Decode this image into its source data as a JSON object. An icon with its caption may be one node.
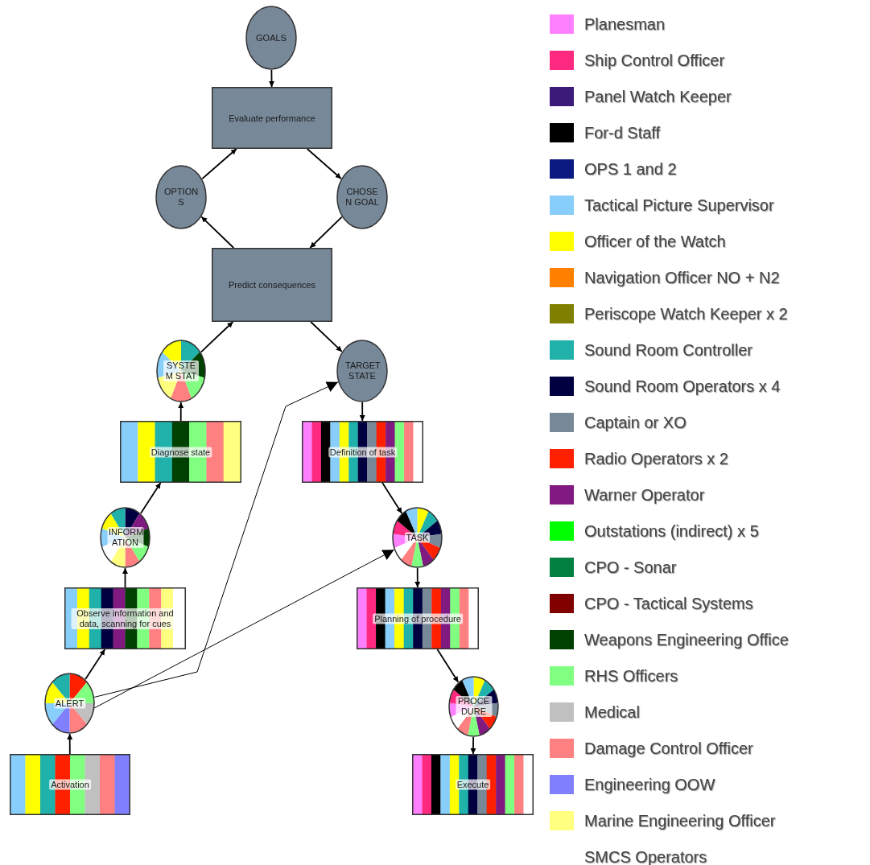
{
  "diagram": {
    "nodes": [
      {
        "text": [
          "GOALS"
        ]
      },
      {
        "text": [
          "Evaluate performance"
        ]
      },
      {
        "text": [
          "OPTION S"
        ]
      },
      {
        "text": [
          "CHOSE N GOAL"
        ]
      },
      {
        "text": [
          "Predict consequences"
        ]
      },
      {
        "text": [
          "SYSTE M STAT"
        ]
      },
      {
        "text": [
          "TARGET STATE"
        ]
      },
      {
        "text": [
          "Diagnose state"
        ]
      },
      {
        "text": [
          "Definition of task"
        ]
      },
      {
        "text": [
          "INFORM ATION"
        ]
      },
      {
        "text": [
          "TASK"
        ]
      },
      {
        "text": [
          "Observe information and data, scanning for cues"
        ]
      },
      {
        "text": [
          "Planning of procedure"
        ]
      },
      {
        "text": [
          "ALERT"
        ]
      },
      {
        "text": [
          "PROCE DURE"
        ]
      },
      {
        "text": [
          "Activation"
        ]
      },
      {
        "text": [
          "Execute"
        ]
      }
    ],
    "edges": [
      {
        "from": 0,
        "to": 1,
        "arrow": "to"
      },
      {
        "from": 1,
        "to": 3,
        "arrow": "to"
      },
      {
        "from": 3,
        "to": 4,
        "arrow": "to"
      },
      {
        "from": 4,
        "to": 2,
        "arrow": "to"
      },
      {
        "from": 2,
        "to": 1,
        "arrow": "to"
      },
      {
        "from": 4,
        "to": 6,
        "arrow": "to"
      },
      {
        "from": 5,
        "to": 4,
        "arrow": "to"
      },
      {
        "from": 7,
        "to": 5,
        "arrow": "to"
      },
      {
        "from": 9,
        "to": 7,
        "arrow": "to"
      },
      {
        "from": 11,
        "to": 9,
        "arrow": "to"
      },
      {
        "from": 13,
        "to": 11,
        "arrow": "to"
      },
      {
        "from": 15,
        "to": 13,
        "arrow": "to"
      },
      {
        "from": 13,
        "to": 6,
        "arrow": "to"
      },
      {
        "from": 13,
        "to": 10,
        "arrow": "to"
      },
      {
        "from": 6,
        "to": 8,
        "arrow": "to"
      },
      {
        "from": 8,
        "to": 10,
        "arrow": "to"
      },
      {
        "from": 10,
        "to": 12,
        "arrow": "to"
      },
      {
        "from": 12,
        "to": 14,
        "arrow": "to"
      },
      {
        "from": 14,
        "to": 16,
        "arrow": "to"
      }
    ],
    "legend": [
      {
        "text": "Planesman",
        "color": "#ff80ff"
      },
      {
        "text": "Ship Control Officer",
        "color": "#ff2a80"
      },
      {
        "text": "Panel Watch Keeper",
        "color": "#3c1a7a"
      },
      {
        "text": "For-d Staff",
        "color": "#000000"
      },
      {
        "text": "OPS 1 and 2",
        "color": "#0a1a80"
      },
      {
        "text": "Tactical Picture Supervisor",
        "color": "#87cefa"
      },
      {
        "text": "Officer of the Watch",
        "color": "#ffff00"
      },
      {
        "text": "Navigation Officer NO + N2",
        "color": "#ff8000"
      },
      {
        "text": "Periscope Watch Keeper x 2",
        "color": "#808000"
      },
      {
        "text": "Sound Room Controller",
        "color": "#20b2aa"
      },
      {
        "text": "Sound Room Operators x 4",
        "color": "#000040"
      },
      {
        "text": "Captain or XO",
        "color": "#778899"
      },
      {
        "text": "Radio Operators x 2",
        "color": "#ff2000"
      },
      {
        "text": "Warner Operator",
        "color": "#801a80"
      },
      {
        "text": "Outstations (indirect) x 5",
        "color": "#00ff00"
      },
      {
        "text": "CPO - Sonar",
        "color": "#008040"
      },
      {
        "text": "CPO - Tactical Systems",
        "color": "#800000"
      },
      {
        "text": "Weapons Engineering Office",
        "color": "#004000"
      },
      {
        "text": "RHS Officers",
        "color": "#80ff80"
      },
      {
        "text": "Medical",
        "color": "#c0c0c0"
      },
      {
        "text": "Damage Control Officer",
        "color": "#ff8080"
      },
      {
        "text": "Engineering OOW",
        "color": "#8080ff"
      },
      {
        "text": "Marine Engineering Officer",
        "color": "#ffff80"
      },
      {
        "text": "SMCS Operators",
        "color": "#ffffff"
      }
    ]
  }
}
